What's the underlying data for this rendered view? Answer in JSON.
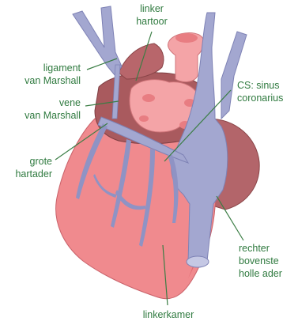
{
  "labels": {
    "left_atrium": {
      "lines": [
        "linker",
        "hartoor"
      ]
    },
    "ligament_marshall": {
      "lines": [
        "ligament",
        "van Marshall"
      ]
    },
    "vein_marshall": {
      "lines": [
        "vene",
        "van Marshall"
      ]
    },
    "great_cardiac_vein": {
      "lines": [
        "grote",
        "hartader"
      ]
    },
    "coronary_sinus": {
      "lines": [
        "CS: sinus",
        "coronarius"
      ]
    },
    "superior_vena_cava": {
      "lines": [
        "rechter",
        "bovenste",
        "holle ader"
      ]
    },
    "left_ventricle": {
      "lines": [
        "linkerkamer"
      ]
    }
  },
  "colors": {
    "label_text": "#2f7a3f",
    "leader_line": "#3a7d44",
    "ventricle": "#f08a8e",
    "ventricle_shade": "#e06c74",
    "atrium": "#a95a5e",
    "artery": "#f4a4a7",
    "vein": "#a3a7d0",
    "vein_dark": "#7e82b5"
  }
}
